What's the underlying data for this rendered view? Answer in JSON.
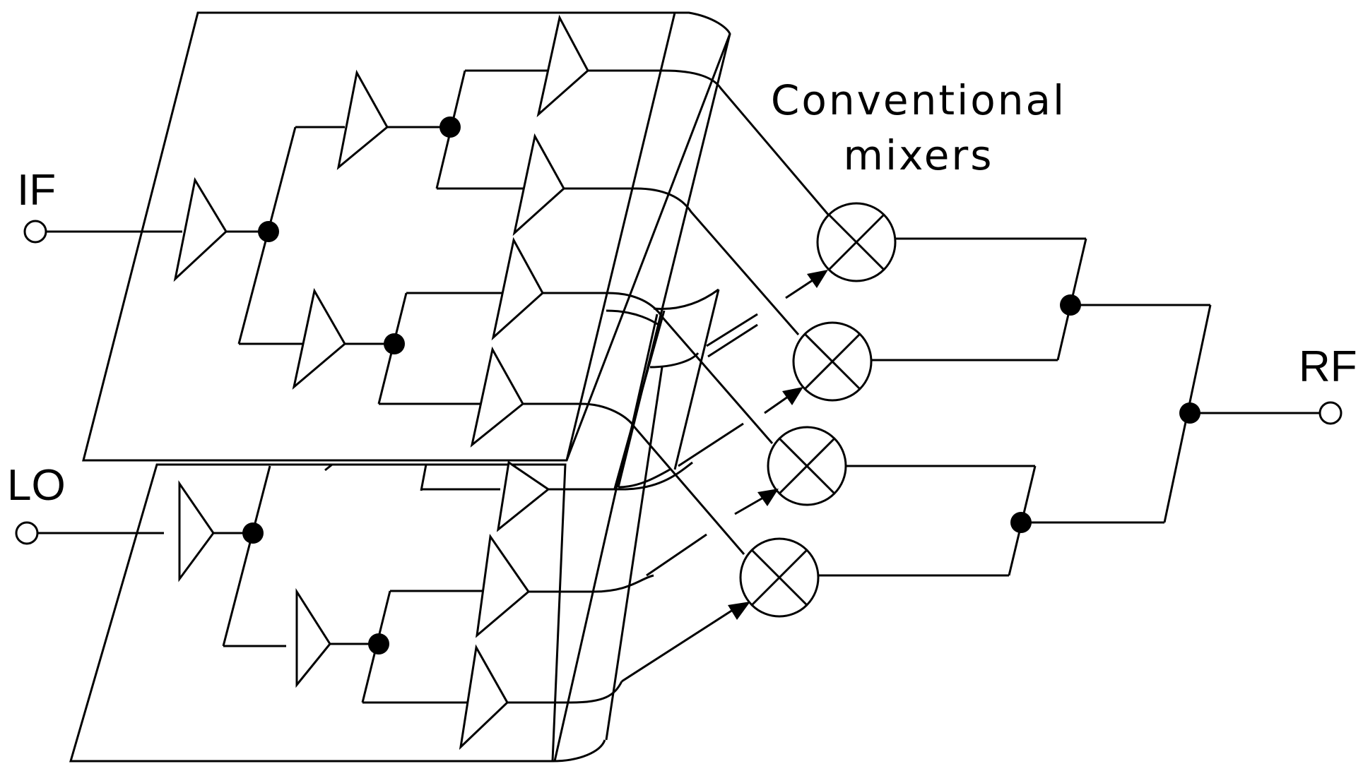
{
  "diagram": {
    "type": "circuit-block-diagram",
    "labels": {
      "input_if": "IF",
      "input_lo": "LO",
      "output_rf": "RF",
      "mixers_line1": "Conventional",
      "mixers_line2": "mixers"
    },
    "components": {
      "if_distribution": {
        "amplifier_stages": 3,
        "outputs": 4
      },
      "lo_distribution": {
        "amplifier_stages": 3,
        "outputs": 4
      },
      "mixer_count": 4,
      "rf_combiner_levels": 2
    },
    "colors": {
      "stroke": "#000000",
      "background": "#ffffff"
    }
  }
}
